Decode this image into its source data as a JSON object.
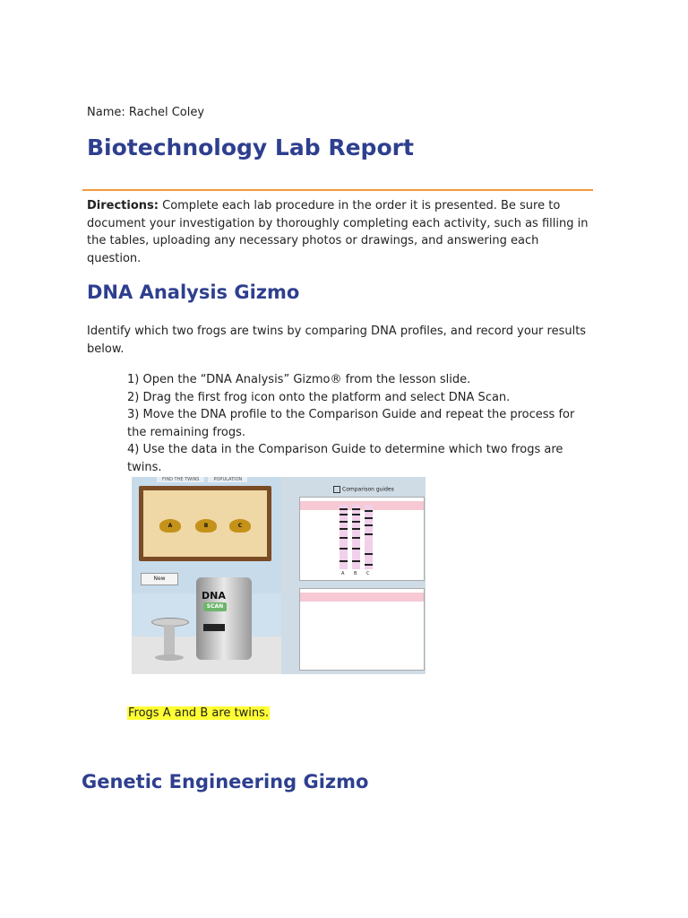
{
  "header": {
    "name_line": "Name: Rachel Coley",
    "title": "Biotechnology Lab Report"
  },
  "directions": {
    "label": "Directions:",
    "text": " Complete each lab procedure in the order it is presented. Be sure to document your investigation by thoroughly completing each activity, such as filling in the tables, uploading any necessary photos or drawings, and answering each question."
  },
  "dna_section": {
    "heading": "DNA Analysis Gizmo",
    "intro": "Identify which two frogs are twins by comparing DNA profiles, and record your results below.",
    "steps": [
      "1)  Open the “DNA Analysis” Gizmo® from the lesson slide.",
      "2)  Drag the first frog icon onto the platform and select DNA Scan.",
      "3)  Move the DNA profile to the Comparison Guide and repeat the process for the remaining frogs.",
      "4)  Use the data in the Comparison Guide to determine which two frogs are twins."
    ],
    "answer": "Frogs A and B are twins."
  },
  "gizmo_image": {
    "tabs": [
      "FIND THE TWINS",
      "POPULATION"
    ],
    "frogs": [
      "A",
      "B",
      "C"
    ],
    "new_button": "New",
    "scanner_label": "DNA",
    "scan_button": "SCAN",
    "comparison_label": "Comparison guides",
    "lanes": [
      "A",
      "B",
      "C"
    ]
  },
  "genetic_section": {
    "heading": "Genetic Engineering Gizmo"
  }
}
